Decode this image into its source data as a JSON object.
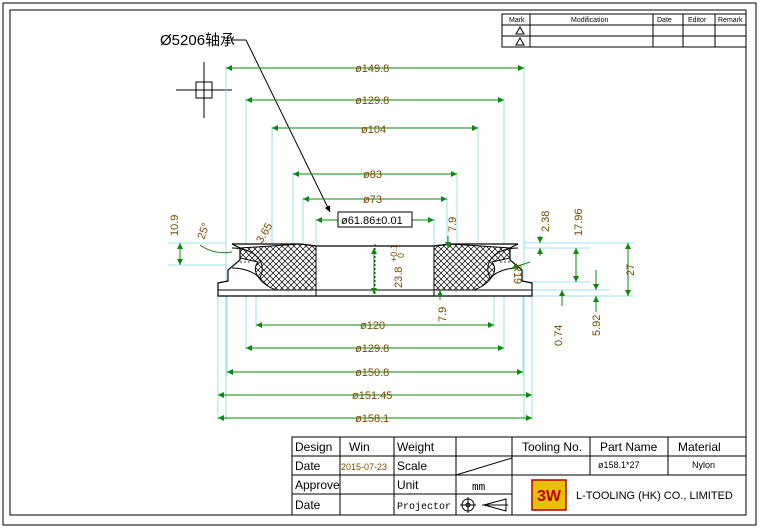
{
  "revision_table": {
    "headers": [
      "Mark",
      "Modification",
      "Date",
      "Editor",
      "Remark"
    ]
  },
  "callout": {
    "part_label": "Ø5206轴承"
  },
  "dimensions": {
    "d149_8": "ø149.8",
    "d129_8_top": "ø129.8",
    "d104": "ø104",
    "d83": "ø83",
    "d73": "ø73",
    "d61_86": "ø61.86±0.01",
    "d120": "ø120",
    "d129_8_bottom": "ø129.8",
    "d150_8": "ø150.8",
    "d151_45": "ø151.45",
    "d158_1": "ø158.1",
    "v10_9": "10.9",
    "v25": "25°",
    "v3_65": "3.65",
    "v7_9_top": "7.9",
    "v2_38": "2.38",
    "v17_96": "17.96",
    "v27": "27",
    "v23_8": "23.8",
    "v7_9_bottom": "7.9",
    "v0_74": "0.74",
    "v5_92": "5.92",
    "r19": "R19",
    "tol_plus": "+0.1",
    "tol_zero": "0"
  },
  "title_block": {
    "design_label": "Design",
    "design_value": "Win",
    "weight_label": "Weight",
    "date_label": "Date",
    "date_value": "2015-07-23",
    "scale_label": "Scale",
    "approve_label": "Approve",
    "unit_label": "Unit",
    "unit_value": "mm",
    "date2_label": "Date",
    "projector_label": "Projector",
    "tooling_no_label": "Tooling No.",
    "part_name_label": "Part Name",
    "part_name_value": "ø158.1*27",
    "material_label": "Material",
    "material_value": "Nylon",
    "logo_text": "3W",
    "company": "L-TOOLING (HK) CO., LIMITED"
  }
}
